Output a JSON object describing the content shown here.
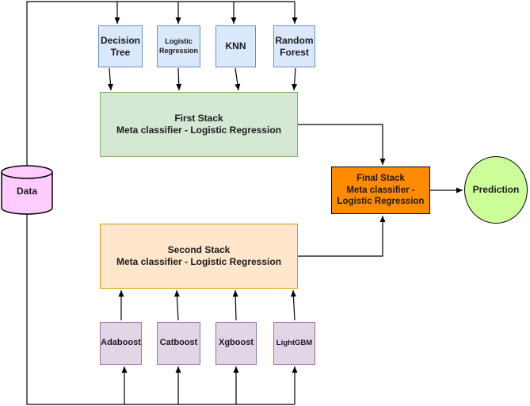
{
  "nodes": {
    "data": "Data",
    "decision_tree": "Decision\nTree",
    "logistic_regression": "Logistic\nRegression",
    "knn": "KNN",
    "random_forest": "Random\nForest",
    "first_stack": "First Stack\nMeta classifier - Logistic Regression",
    "second_stack": "Second Stack\nMeta classifier - Logistic Regression",
    "adaboost": "Adaboost",
    "catboost": "Catboost",
    "xgboost": "Xgboost",
    "lightgbm": "LightGBM",
    "final_stack": "Final Stack\nMeta classifier -\nLogistic Regression",
    "prediction": "Prediction"
  },
  "colors": {
    "base_model_fill": "#dae8fc",
    "base_model_stroke": "#6c8ebf",
    "boost_model_fill": "#e1d5e7",
    "boost_model_stroke": "#9673a6",
    "first_stack_fill": "#d5e8d4",
    "second_stack_fill": "#ffe6cc",
    "final_stack_fill": "#ff8c00",
    "prediction_fill": "#ccff99",
    "data_fill": "#ffccff",
    "line": "#000000"
  }
}
